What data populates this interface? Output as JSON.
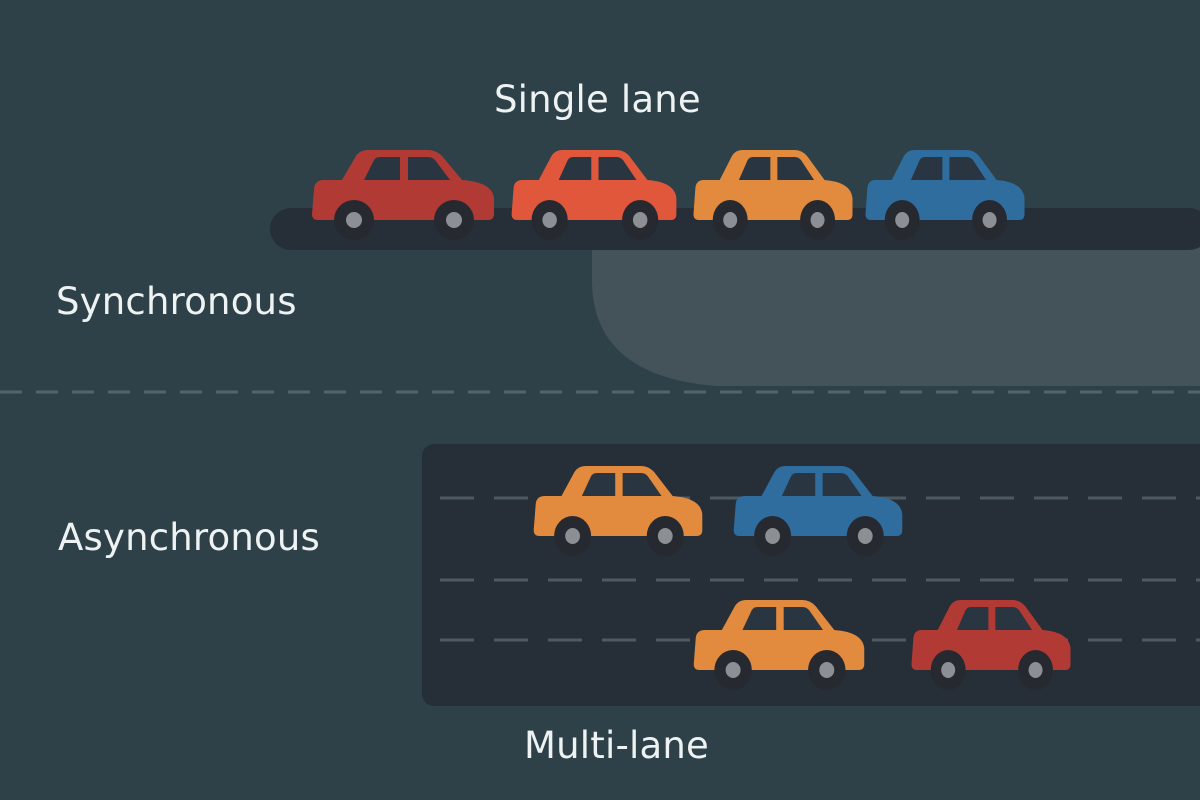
{
  "labels": {
    "single_lane": "Single lane",
    "synchronous": "Synchronous",
    "asynchronous": "Asynchronous",
    "multi_lane": "Multi-lane"
  },
  "colors": {
    "background": "#2e4148",
    "road": "#262e37",
    "lane_marking": "#4d5963",
    "wheel": "#262a30",
    "hub": "#8c8f94",
    "window": "#2a3542",
    "car_red": "#b13a35",
    "car_red_orange": "#e0573b",
    "car_orange": "#e28a3e",
    "car_blue": "#2f6d9f"
  },
  "diagram": {
    "single_lane_cars": [
      "car_red",
      "car_red_orange",
      "car_orange",
      "car_blue"
    ],
    "multi_lane_cars": {
      "lane_1": [
        "car_orange",
        "car_blue"
      ],
      "lane_2": [
        "car_orange",
        "car_red"
      ]
    }
  }
}
